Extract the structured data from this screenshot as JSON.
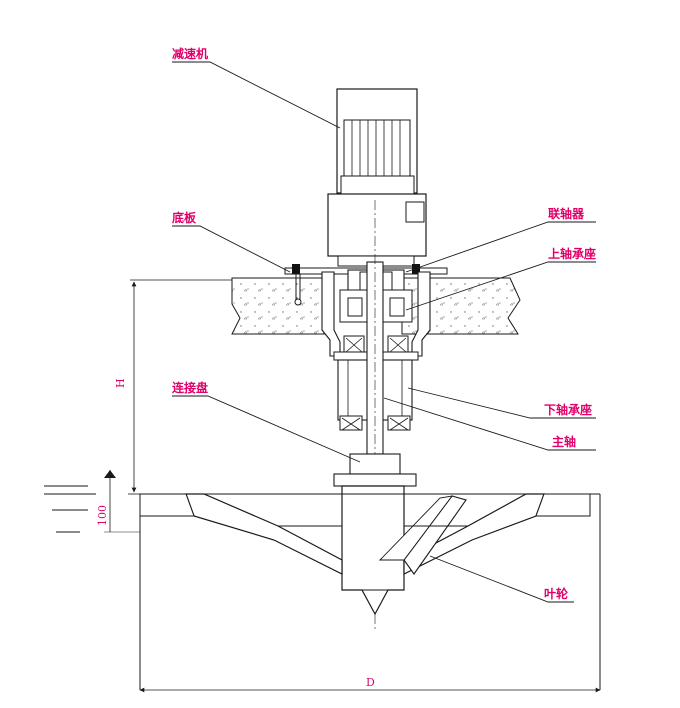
{
  "colors": {
    "line": "#1a1a1a",
    "label": "#e0006a",
    "hatch": "#555555",
    "fill_body": "#ffffff",
    "fill_dark": "#111111"
  },
  "labels": {
    "reducer": "减速机",
    "base_plate": "底板",
    "coupling": "联轴器",
    "upper_bearing": "上轴承座",
    "connection_disc": "连接盘",
    "lower_bearing": "下轴承座",
    "main_shaft": "主轴",
    "impeller": "叶轮"
  },
  "dimensions": {
    "height": "H",
    "depth_100": "100",
    "diameter": "D"
  }
}
